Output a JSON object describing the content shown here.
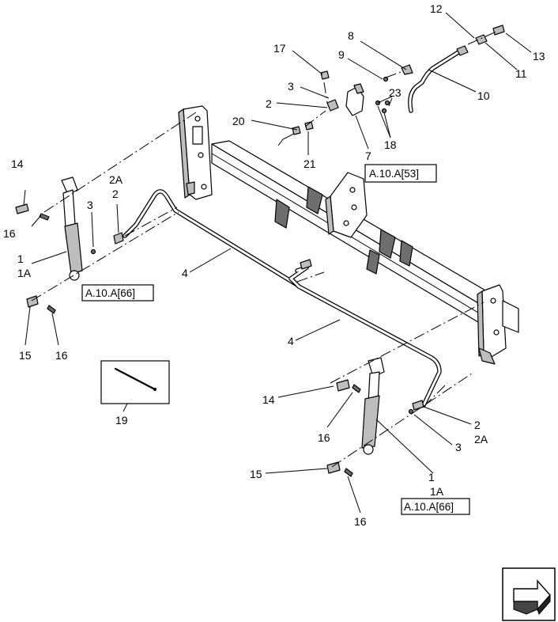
{
  "callouts": {
    "c1a": "1",
    "c1a_sub": "1A",
    "c1b": "1",
    "c1b_sub": "1A",
    "c2a": "2",
    "c2a_top": "2A",
    "c2a_bot": "2",
    "c2b": "2",
    "c2b_sub": "2A",
    "c3a": "3",
    "c3b": "3",
    "c3c": "3",
    "c4a": "4",
    "c4b": "4",
    "c7": "7",
    "c8": "8",
    "c9": "9",
    "c10": "10",
    "c11": "11",
    "c12": "12",
    "c13": "13",
    "c14a": "14",
    "c14b": "14",
    "c15a": "15",
    "c15b": "15",
    "c16a": "16",
    "c16b": "16",
    "c16c": "16",
    "c16d": "16",
    "c17": "17",
    "c18": "18",
    "c19": "19",
    "c20": "20",
    "c21": "21",
    "c23": "23"
  },
  "references": {
    "ref_top": "A.10.A[53]",
    "ref_left": "A.10.A[66]",
    "ref_bottom": "A.10.A[66]"
  },
  "navigation": {
    "icon": "next-page-arrow-icon"
  }
}
